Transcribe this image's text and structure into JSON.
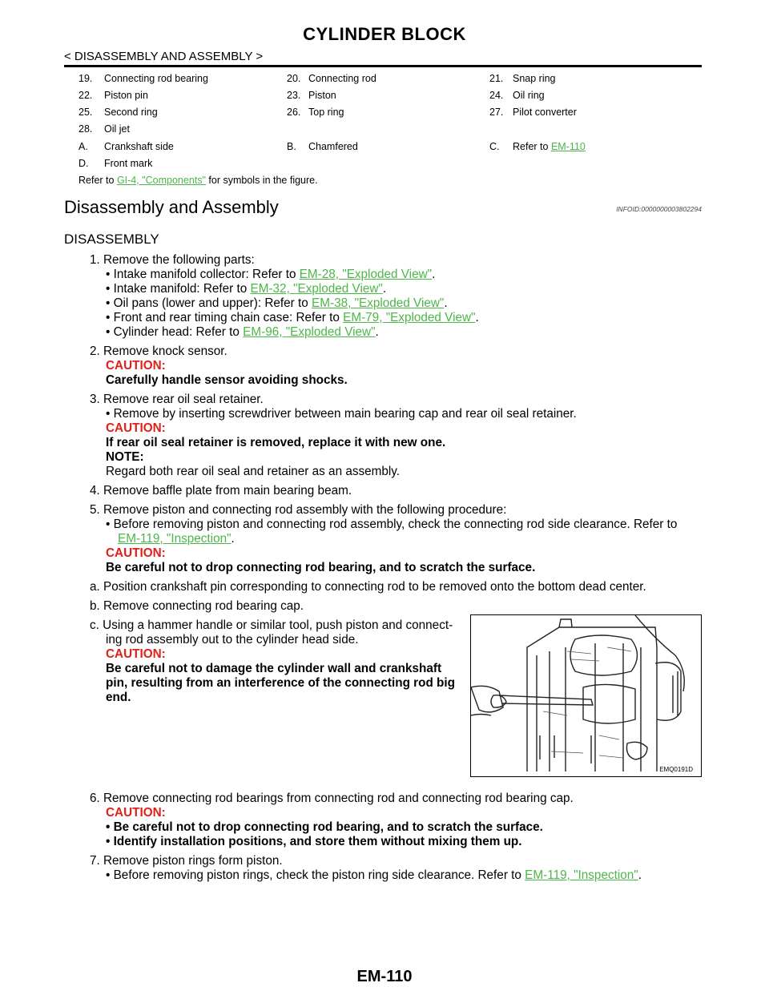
{
  "header": {
    "title": "CYLINDER BLOCK",
    "section": "< DISASSEMBLY AND ASSEMBLY >"
  },
  "legend": [
    [
      "19.",
      "Connecting rod bearing",
      "20.",
      "Connecting rod",
      "21.",
      "Snap ring"
    ],
    [
      "22.",
      "Piston pin",
      "23.",
      "Piston",
      "24.",
      "Oil ring"
    ],
    [
      "25.",
      "Second ring",
      "26.",
      "Top ring",
      "27.",
      "Pilot converter"
    ],
    [
      "28.",
      "Oil jet"
    ],
    [
      "A.",
      "Crankshaft side",
      "B.",
      "Chamfered",
      "C.",
      "Refer to"
    ],
    [
      "D.",
      "Front mark"
    ]
  ],
  "legend_link": "EM-110",
  "refnote": {
    "pre": "Refer to ",
    "link": "GI-4, \"Components\"",
    "post": " for symbols in the figure."
  },
  "heading": "Disassembly and Assembly",
  "infoid": "INFOID:0000000003802294",
  "subheading": "DISASSEMBLY",
  "steps": {
    "s1": "1. Remove the following parts:",
    "s1a_pre": "• Intake manifold collector: Refer to ",
    "s1a_link": "EM-28, \"Exploded View\"",
    "s1b_pre": "• Intake manifold: Refer to ",
    "s1b_link": "EM-32, \"Exploded View\"",
    "s1c_pre": "• Oil pans (lower and upper): Refer to ",
    "s1c_link": "EM-38, \"Exploded View\"",
    "s1d_pre": "• Front and rear timing chain case: Refer to ",
    "s1d_link": "EM-79, \"Exploded View\"",
    "s1e_pre": "• Cylinder head: Refer to ",
    "s1e_link": "EM-96, \"Exploded View\"",
    "s2": "2. Remove knock sensor.",
    "caution": "CAUTION:",
    "s2c": "Carefully handle sensor avoiding shocks.",
    "s3": "3. Remove rear oil seal retainer.",
    "s3a": "• Remove by inserting screwdriver between main bearing cap and rear oil seal retainer.",
    "s3c": "If rear oil seal retainer is removed, replace it with new one.",
    "note": "NOTE:",
    "s3n": "Regard both rear oil seal and retainer as an assembly.",
    "s4": "4. Remove baffle plate from main bearing beam.",
    "s5": "5. Remove piston and connecting rod assembly with the following procedure:",
    "s5a": "• Before removing piston and connecting rod assembly, check the connecting rod side clearance. Refer to",
    "s5a_link": "EM-119, \"Inspection\"",
    "s5c": "Be careful not to drop connecting rod bearing, and to scratch the surface.",
    "sa": "a. Position crankshaft pin corresponding to connecting rod to be removed onto the bottom dead center.",
    "sb": "b. Remove connecting rod bearing cap.",
    "sc1": "c. Using a hammer handle or similar tool, push piston and connect-",
    "sc2": "ing rod assembly out to the cylinder head side.",
    "scc1": "Be careful not to damage the cylinder wall and crankshaft",
    "scc2": "pin, resulting from an interference of the connecting rod big",
    "scc3": "end.",
    "s6": "6. Remove connecting rod bearings from connecting rod and connecting rod bearing cap.",
    "s6c1": "• Be careful not to drop connecting rod bearing, and to scratch the surface.",
    "s6c2": "• Identify installation positions, and store them without mixing them up.",
    "s7": "7. Remove piston rings form piston.",
    "s7a_pre": "• Before removing piston rings, check the piston ring side clearance. Refer to ",
    "s7a_link": "EM-119, \"Inspection\""
  },
  "figure_code": "EMQ0191D",
  "footer": "EM-110"
}
